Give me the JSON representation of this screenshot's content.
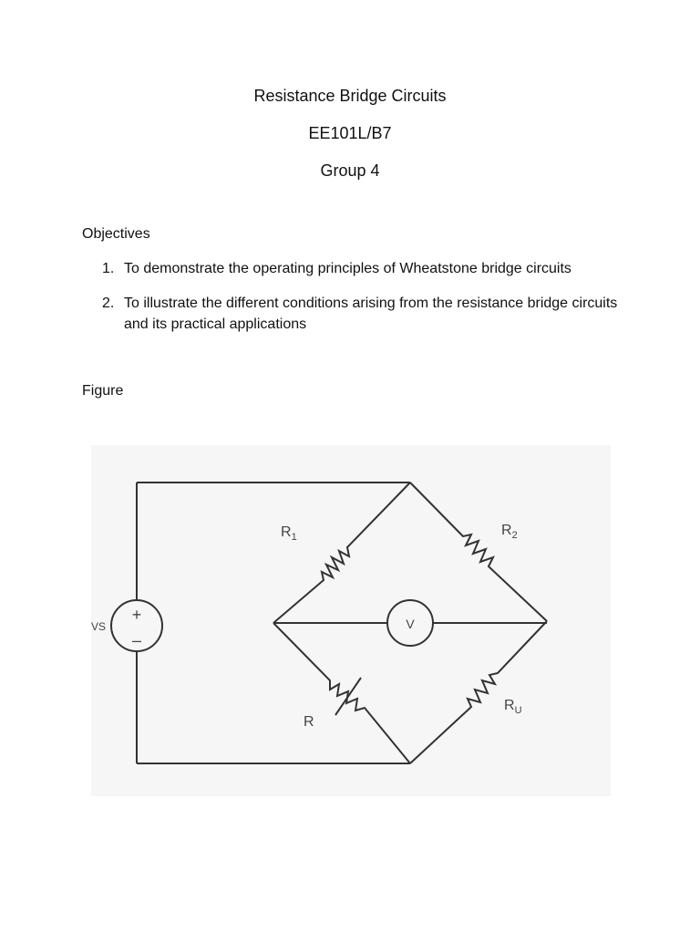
{
  "header": {
    "title": "Resistance Bridge Circuits",
    "course": "EE101L/B7",
    "group": "Group 4"
  },
  "objectives": {
    "heading": "Objectives",
    "items": [
      {
        "number": "1.",
        "text": "To demonstrate the operating principles of Wheatstone bridge circuits"
      },
      {
        "number": "2.",
        "text": "To illustrate the different conditions arising from the resistance bridge circuits and its practical applications"
      }
    ]
  },
  "figure": {
    "heading": "Figure",
    "labels": {
      "source": "VS",
      "plus": "+",
      "minus": "–",
      "r1": "R",
      "r1_sub": "1",
      "r2": "R",
      "r2_sub": "2",
      "r": "R",
      "ru": "R",
      "ru_sub": "U",
      "voltmeter": "V"
    }
  }
}
